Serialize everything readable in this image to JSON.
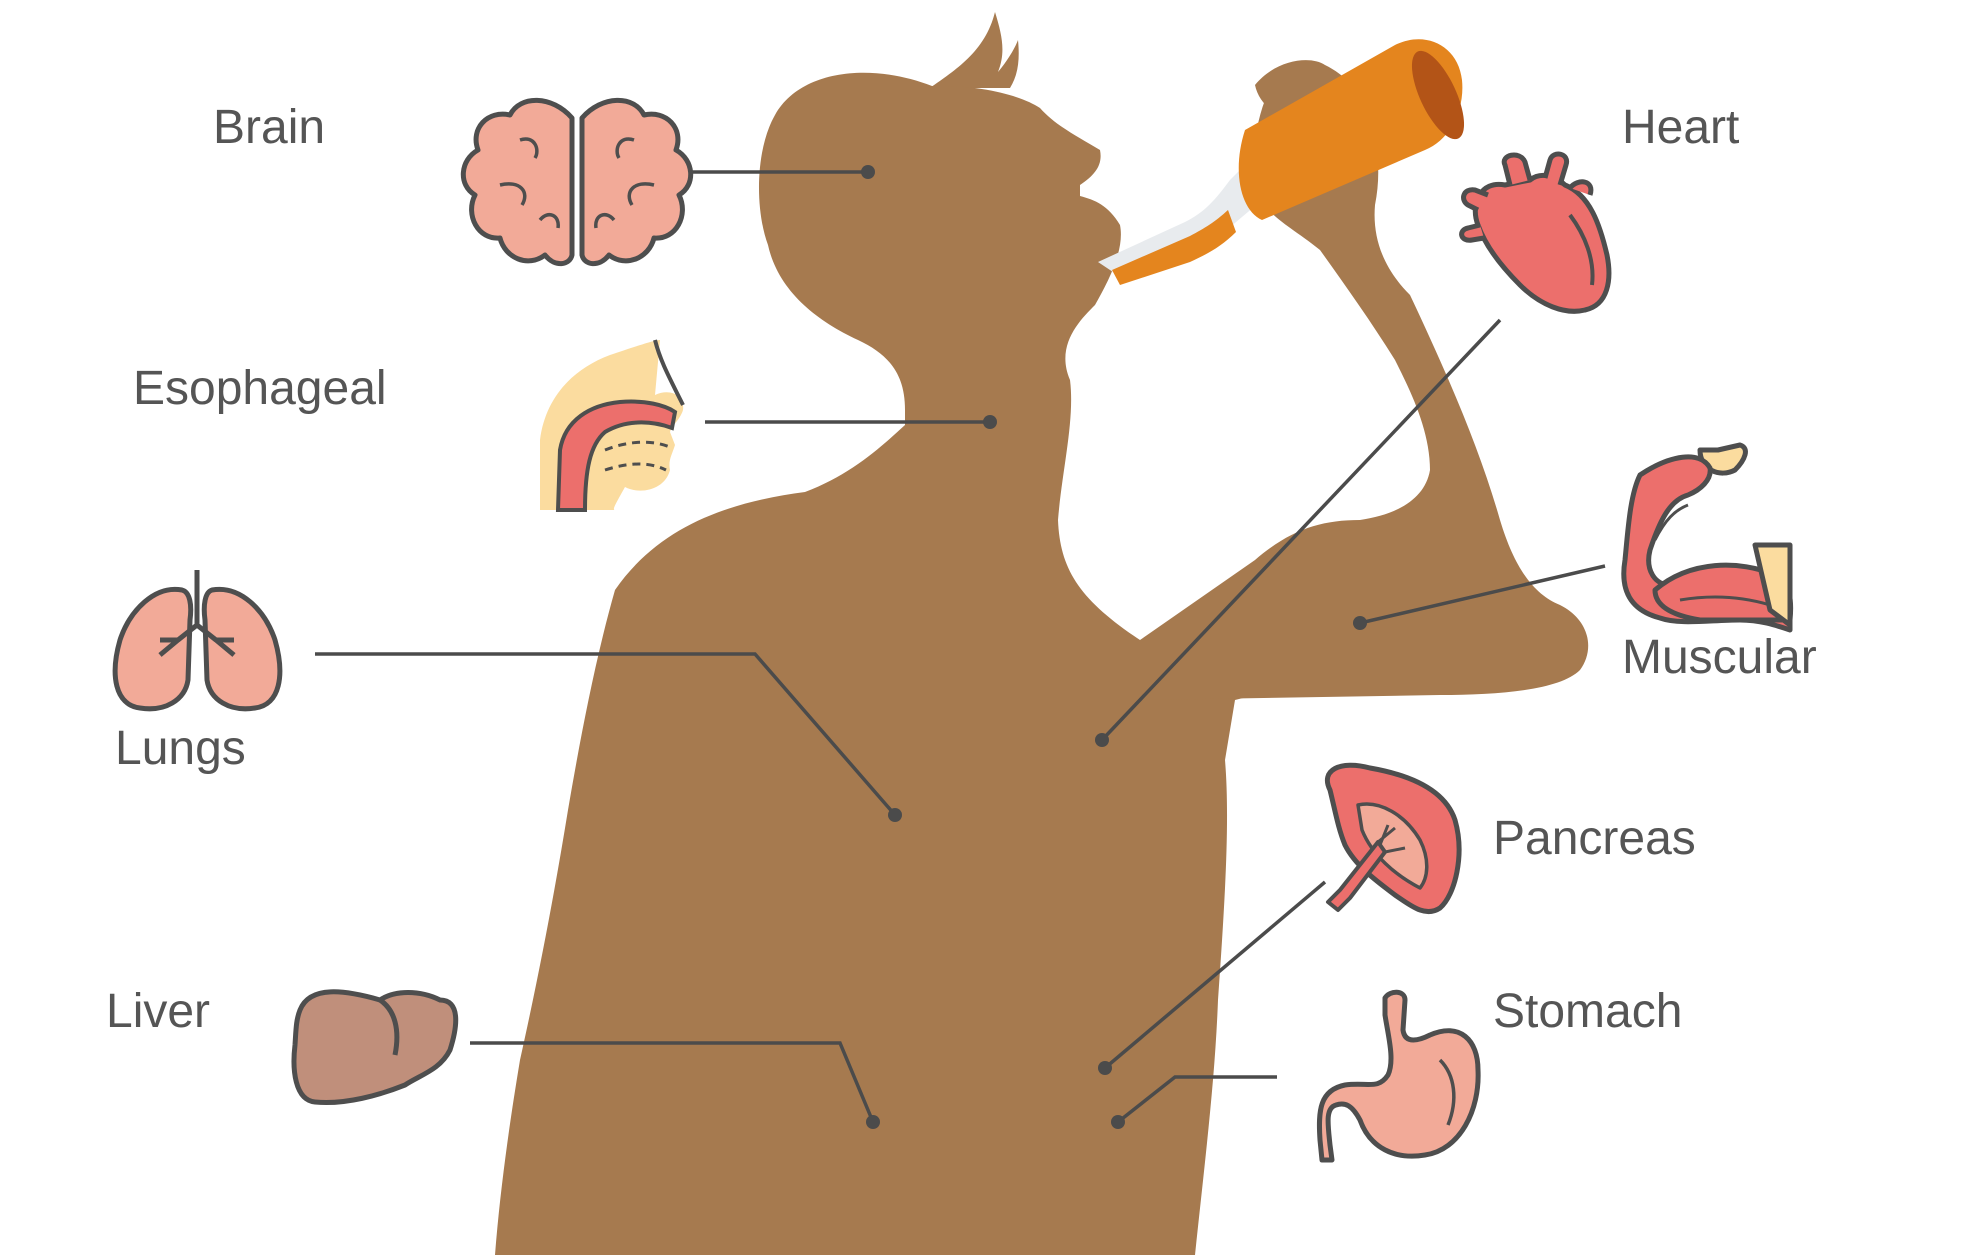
{
  "colors": {
    "body": "#a67a4f",
    "leader_line": "#4b4b4b",
    "label_text": "#555555",
    "outline": "#4e4e4e",
    "organ_pink": "#f2aa98",
    "organ_red": "#ec6f6c",
    "liver_brown": "#c08f7b",
    "skin_tone": "#fbdc9f",
    "bottle_amber": "#e4851e",
    "bottle_neck": "#e8ebee"
  },
  "organs": {
    "brain": {
      "label": "Brain",
      "icon": "brain-icon"
    },
    "esophageal": {
      "label": "Esophageal",
      "icon": "esophagus-icon"
    },
    "lungs": {
      "label": "Lungs",
      "icon": "lungs-icon"
    },
    "liver": {
      "label": "Liver",
      "icon": "liver-icon"
    },
    "heart": {
      "label": "Heart",
      "icon": "heart-icon"
    },
    "muscular": {
      "label": "Muscular",
      "icon": "bicep-muscle-icon"
    },
    "pancreas": {
      "label": "Pancreas",
      "icon": "pancreas-icon"
    },
    "stomach": {
      "label": "Stomach",
      "icon": "stomach-icon"
    }
  }
}
